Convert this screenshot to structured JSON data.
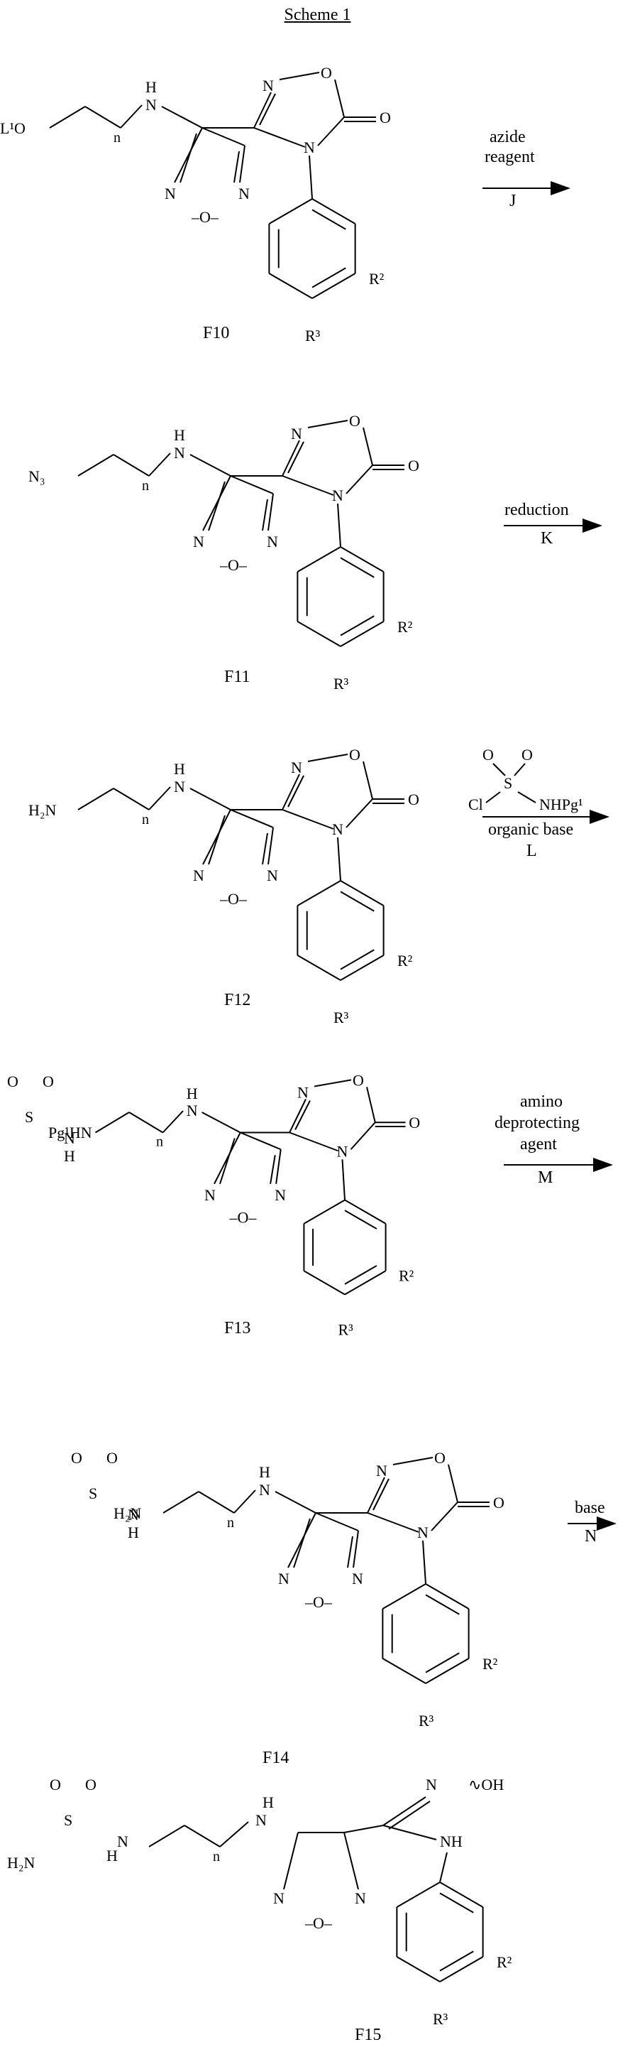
{
  "scheme_title": "Scheme 1",
  "compounds": [
    {
      "id": "F10",
      "label": "F10",
      "left_group": "L¹O"
    },
    {
      "id": "F11",
      "label": "F11",
      "left_group": "N₃"
    },
    {
      "id": "F12",
      "label": "F12",
      "left_group": "H₂N"
    },
    {
      "id": "F13",
      "label": "F13",
      "left_group": "Pg¹HN"
    },
    {
      "id": "F14",
      "label": "F14",
      "left_group": "H₂N"
    },
    {
      "id": "F15",
      "label": "F15",
      "left_group": "H₂N"
    }
  ],
  "steps": [
    {
      "above": [
        "azide",
        "reagent"
      ],
      "below": [
        "J"
      ]
    },
    {
      "above": [
        "reduction"
      ],
      "below": [
        "K"
      ]
    },
    {
      "above": [
        "Cl—SO₂—NHPg¹"
      ],
      "below": [
        "organic base",
        "L"
      ]
    },
    {
      "above": [
        "amino",
        "deprotecting",
        "agent"
      ],
      "below": [
        "M"
      ]
    },
    {
      "above": [
        "base"
      ],
      "below": [
        "N"
      ]
    }
  ],
  "atom_labels": {
    "nh": "H\nN",
    "n_index": "n",
    "r2": "R²",
    "r3": "R³",
    "oh": "OH",
    "sulfonyl": "S",
    "oxygen": "O",
    "nitrogen": "N",
    "cl": "Cl",
    "nhpg": "NHPg¹"
  }
}
